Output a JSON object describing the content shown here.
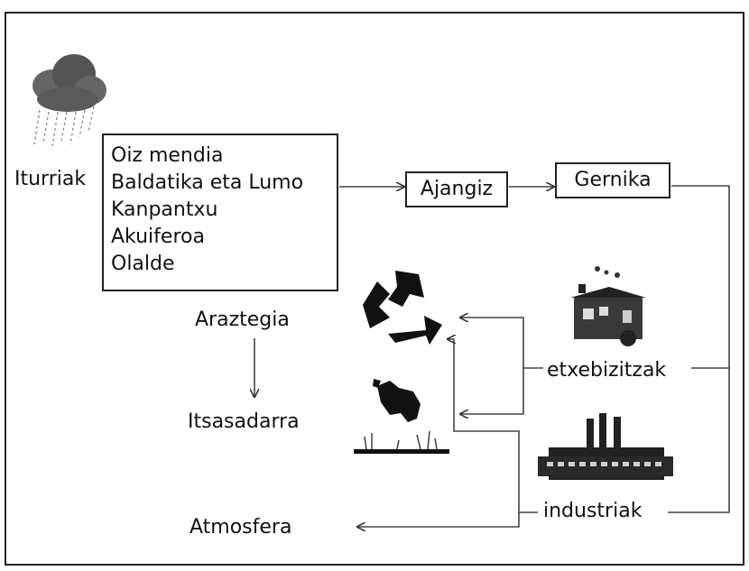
{
  "source_label": "Iturriak",
  "sources": [
    "Oiz mendia",
    "Baldatika eta Lumo",
    "Kanpantxu",
    "Akuiferoa",
    "Olalde"
  ],
  "nodes": {
    "ajangiz": "Ajangiz",
    "gernika": "Gernika",
    "etxebizitzak": "etxebizitzak",
    "industriak": "industriak",
    "araztegia": "Araztegia",
    "itsasadarra": "Itsasadarra",
    "atmosfera": "Atmosfera"
  },
  "icons": [
    "rain-cloud-icon",
    "recycle-icon",
    "house-icon",
    "factory-icon",
    "polluted-water-icon"
  ]
}
